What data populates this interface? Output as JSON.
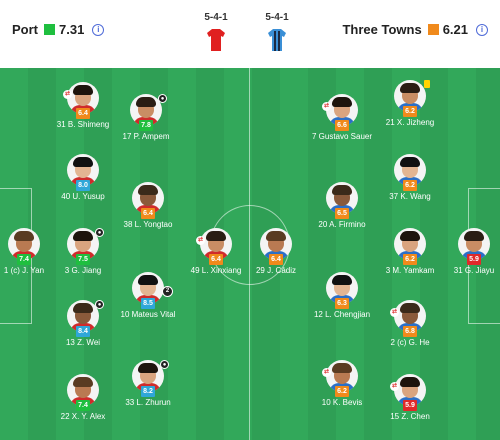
{
  "header": {
    "home": {
      "name": "Port",
      "rating": "7.31",
      "rating_color": "#1fbf3f",
      "formation": "5-4-1",
      "shirt_color": "#e02020"
    },
    "away": {
      "name": "Three Towns",
      "rating": "6.21",
      "rating_color": "#f08a1c",
      "formation": "5-4-1",
      "shirt_color": "#3a8fd6"
    }
  },
  "colors": {
    "green": "#1fbf3f",
    "lightblue": "#2fa7d8",
    "orange": "#f08a1c",
    "red": "#e02a2a"
  },
  "home_players": [
    {
      "name": "31 B. Shimeng",
      "rating": "6.4",
      "rc": "orange",
      "badge": "sub"
    },
    {
      "name": "17 P. Ampem",
      "rating": "7.8",
      "rc": "green",
      "badge": "cap"
    },
    {
      "name": "40 U. Yusup",
      "rating": "8.0",
      "rc": "lightblue"
    },
    {
      "name": "38 L. Yongtao",
      "rating": "6.4",
      "rc": "orange"
    },
    {
      "name": "1 (c) J. Yan",
      "rating": "7.4",
      "rc": "green"
    },
    {
      "name": "3 G. Jiang",
      "rating": "7.5",
      "rc": "green",
      "badge": "cap"
    },
    {
      "name": "49 L. Xinxiang",
      "rating": "6.4",
      "rc": "orange",
      "badge": "sub"
    },
    {
      "name": "10 Mateus Vital",
      "rating": "8.5",
      "rc": "lightblue",
      "badge": "num",
      "badge_text": "2"
    },
    {
      "name": "13 Z. Wei",
      "rating": "8.4",
      "rc": "lightblue",
      "badge": "cap"
    },
    {
      "name": "22 X. Y. Alex",
      "rating": "7.4",
      "rc": "green"
    },
    {
      "name": "33 L. Zhurun",
      "rating": "8.2",
      "rc": "lightblue",
      "badge": "cap"
    }
  ],
  "away_players": [
    {
      "name": "7 Gustavo Sauer",
      "rating": "6.6",
      "rc": "orange",
      "badge": "sub"
    },
    {
      "name": "21 X. Jizheng",
      "rating": "6.2",
      "rc": "orange",
      "badge": "card"
    },
    {
      "name": "37 K. Wang",
      "rating": "6.2",
      "rc": "orange"
    },
    {
      "name": "20 A. Firmino",
      "rating": "6.5",
      "rc": "orange"
    },
    {
      "name": "29 J. Cádiz",
      "rating": "6.4",
      "rc": "orange"
    },
    {
      "name": "3 M. Yamkam",
      "rating": "6.2",
      "rc": "orange"
    },
    {
      "name": "31 G. Jiayu",
      "rating": "5.9",
      "rc": "red"
    },
    {
      "name": "12 L. Chengjian",
      "rating": "6.3",
      "rc": "orange"
    },
    {
      "name": "2 (c) G. He",
      "rating": "6.8",
      "rc": "orange",
      "badge": "sub"
    },
    {
      "name": "10 K. Bevis",
      "rating": "6.2",
      "rc": "orange",
      "badge": "sub"
    },
    {
      "name": "15 Z. Chen",
      "rating": "5.9",
      "rc": "red",
      "badge": "sub"
    }
  ]
}
